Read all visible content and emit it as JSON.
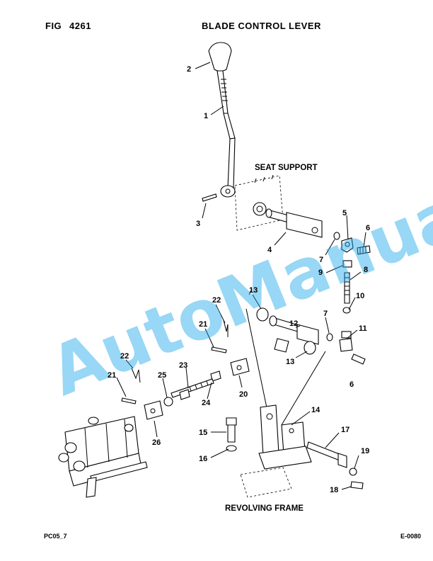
{
  "header": {
    "fig_label": "FIG",
    "fig_number": "4261",
    "title": "BLADE CONTROL LEVER"
  },
  "labels": {
    "seat_support": "SEAT SUPPORT",
    "revolving_frame": "REVOLVING FRAME"
  },
  "callouts": {
    "c1": "1",
    "c2": "2",
    "c3": "3",
    "c4": "4",
    "c5": "5",
    "c6a": "6",
    "c6b": "6",
    "c7a": "7",
    "c7b": "7",
    "c8": "8",
    "c9": "9",
    "c10": "10",
    "c11": "11",
    "c12": "12",
    "c13a": "13",
    "c13b": "13",
    "c14": "14",
    "c15": "15",
    "c16": "16",
    "c17": "17",
    "c18": "18",
    "c19": "19",
    "c20": "20",
    "c21a": "21",
    "c21b": "21",
    "c22a": "22",
    "c22b": "22",
    "c23": "23",
    "c24": "24",
    "c25": "25",
    "c26": "26"
  },
  "watermark": "AutoManual",
  "footer": {
    "left": "PC05_7",
    "right": "E-0080"
  },
  "colors": {
    "watermark": "#1aa6e8",
    "line": "#000000"
  }
}
